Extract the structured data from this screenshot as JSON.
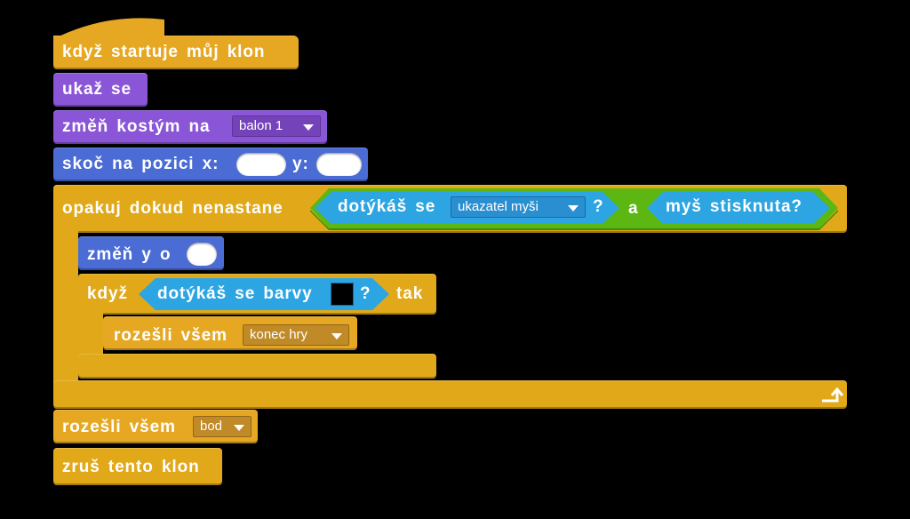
{
  "script": {
    "hat": {
      "label": "když startuje můj klon"
    },
    "show": {
      "label": "ukaž se"
    },
    "costume": {
      "label": "změň kostým na",
      "value": "balon 1"
    },
    "goto": {
      "label_a": "skoč na pozici x:",
      "label_b": "y:",
      "x": "",
      "y": ""
    },
    "repeat_until": {
      "label": "opakuj dokud nenastane",
      "cond_left": {
        "label": "dotýkáš se",
        "value": "ukazatel myši",
        "q": "?"
      },
      "and": "a",
      "cond_right": {
        "label": "myš stisknuta?"
      }
    },
    "change_y": {
      "label": "změň y o",
      "value": ""
    },
    "if": {
      "label": "když",
      "then": "tak",
      "cond": {
        "label": "dotýkáš se barvy",
        "q": "?",
        "color": "#000000"
      }
    },
    "broadcast_end": {
      "label": "rozešli všem",
      "value": "konec hry"
    },
    "broadcast_point": {
      "label": "rozešli všem",
      "value": "bod"
    },
    "delete_clone": {
      "label": "zruš tento klon"
    }
  },
  "colors": {
    "events": "#E6A823",
    "looks": "#8A55D7",
    "motion": "#4A6CD4",
    "control": "#E1A91A",
    "sensing": "#2CA5E2",
    "operators": "#5CB712"
  },
  "icons": {
    "loop_arrow": "loop-arrow-icon",
    "dropdown": "dropdown-arrow-icon"
  }
}
